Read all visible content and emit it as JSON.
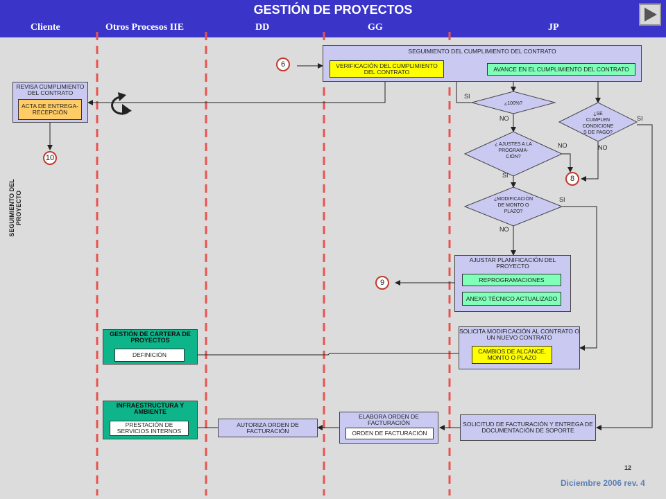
{
  "header": {
    "title": "GESTIÓN DE PROYECTOS",
    "lanes": [
      "Cliente",
      "Otros Procesos IIE",
      "DD",
      "GG",
      "JP"
    ]
  },
  "side_label": "SEGUIMIENTO DEL PROYECTO",
  "boxes": {
    "seguimiento": {
      "title": "SEGUIMIENTO DEL CUMPLIMIENTO DEL CONTRATO",
      "verificacion": "VERIFICACIÓN DEL CUMPLIMIENTO DEL CONTRATO",
      "avance": "AVANCE EN EL CUMPLIMIENTO DEL CONTRATO"
    },
    "revisa": {
      "title": "REVISA CUMPLIMIENTO DEL CONTRATO",
      "acta": "ACTA DE ENTREGA-RECEPCIÓN"
    },
    "ajustar": {
      "title": "AJUSTAR PLANIFICACIÓN DEL PROYECTO",
      "reprogramaciones": "REPROGRAMACIONES",
      "anexo": "ANEXO TÉCNICO ACTUALIZADO"
    },
    "solicita_mod": {
      "title": "SOLICITA MODIFICACIÓN AL CONTRATO O UN NUEVO CONTRATO",
      "cambios": "CAMBIOS DE ALCANCE, MONTO O PLAZO"
    },
    "gestion_cartera": {
      "title": "GESTIÓN DE CARTERA DE PROYECTOS",
      "definicion": "DEFINICIÓN"
    },
    "infraestructura": {
      "title": "INFRAESTRUCTURA Y AMBIENTE",
      "prestacion": "PRESTACIÓN DE SERVICIOS INTERNOS"
    },
    "autoriza": {
      "title": "AUTORIZA ORDEN DE FACTURACIÓN"
    },
    "elabora": {
      "title": "ELABORA ORDEN DE FACTURACIÓN",
      "orden": "ORDEN DE FACTURACIÓN"
    },
    "solicitud_fact": {
      "title": "SOLICITUD DE FACTURACIÓN Y ENTREGA DE DOCUMENTACIÓN DE SOPORTE"
    }
  },
  "decisions": {
    "d100": "¿100%?",
    "dpago": [
      "¿SE",
      "CUMPLEN",
      "CONDICIONE",
      "S DE PAGO?"
    ],
    "dajustes": [
      "¿ AJUSTES A LA",
      "PROGRAMA-",
      "CIÓN?"
    ],
    "dmod": [
      "¿MODIFICACIÓN",
      "DE MONTO O",
      "PLAZO?"
    ]
  },
  "labels": {
    "si_100": "SI",
    "no_100": "NO",
    "si_pago": "SI",
    "no_pago": "NO",
    "no_ajustes": "NO",
    "si_ajustes": "SI",
    "si_mod": "SI",
    "no_mod": "NO"
  },
  "connectors": {
    "c6": "6",
    "c10": "10",
    "c8": "8",
    "c9": "9"
  },
  "page_number": "12",
  "footer": "Diciembre 2006  rev. 4",
  "colors": {
    "header_bg": "#3a34c8",
    "lane_divider": "#e8534f",
    "box_bg": "#c9c9f2",
    "green_box": "#0fb58a",
    "yellow": "#ffff00",
    "orange": "#ffcc66",
    "mint": "#7fffb8"
  },
  "icons": [
    "play-icon",
    "loop-arrow-icon"
  ]
}
